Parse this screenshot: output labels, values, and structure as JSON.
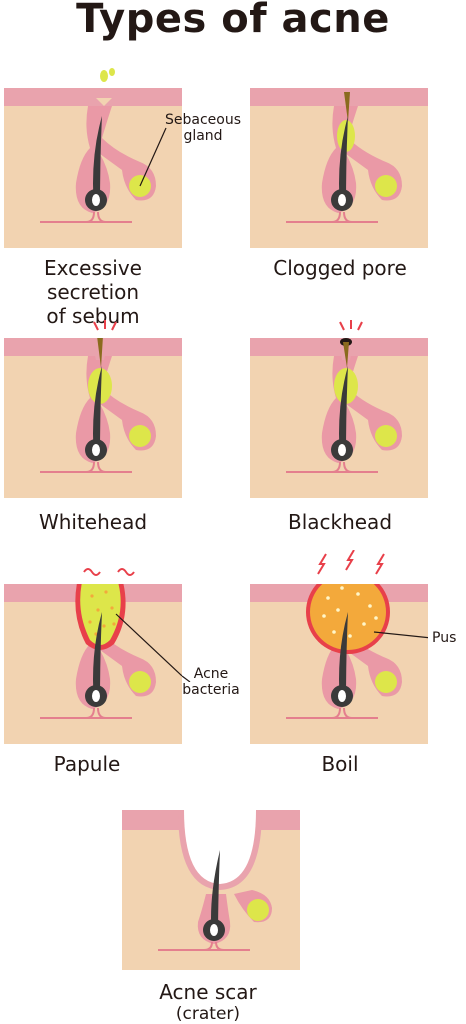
{
  "title": "Types of acne",
  "panels": [
    {
      "caption": [
        "Excessive secretion",
        "of sebum"
      ],
      "annotation": [
        "Sebaceous",
        "gland"
      ]
    },
    {
      "caption": [
        "Clogged pore"
      ]
    },
    {
      "caption": [
        "Whitehead"
      ]
    },
    {
      "caption": [
        "Blackhead"
      ]
    },
    {
      "caption": [
        "Papule"
      ],
      "annotation": [
        "Acne",
        "bacteria"
      ]
    },
    {
      "caption": [
        "Boil"
      ],
      "annotation": [
        "Pus"
      ]
    },
    {
      "caption": [
        "Acne scar",
        "(crater)"
      ]
    }
  ],
  "colors": {
    "skin": "#f2d3b1",
    "epidermis": "#e9a3ad",
    "follicle": "#ea99a6",
    "hair": "#3a3a3a",
    "sebum": "#dde64a",
    "pus": "#f3a93b",
    "inflamed": "#e8404a"
  }
}
